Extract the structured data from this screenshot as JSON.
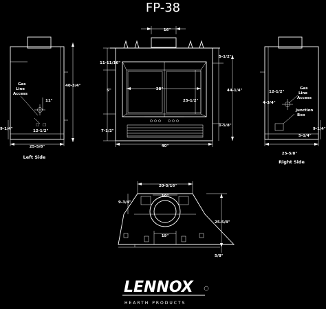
{
  "title": "FP-38",
  "brand": {
    "name": "LENNOX",
    "tagline": "HEARTH PRODUCTS"
  },
  "left_view": {
    "caption": "Left Side",
    "gas_label": [
      "Gas",
      "Line",
      "Access"
    ],
    "dims": {
      "height": "40-3/4\"",
      "gas_height": "11\"",
      "bottom": "9-1/4\"",
      "gas_depth": "12-1/2\"",
      "depth": "25-5/8\""
    }
  },
  "front_view": {
    "dims": {
      "top_collar": "16\"",
      "top": "11-11/16\"",
      "left_mid": "5\"",
      "bottom_left": "7-1/2\"",
      "opening_width": "38\"",
      "opening_height": "25-1/2\"",
      "right_top": "5-1/2\"",
      "right_bottom": "1-5/8\"",
      "overall_height": "44-1/4\"",
      "overall_width": "40\""
    }
  },
  "right_view": {
    "caption": "Right Side",
    "gas_label": [
      "Gas",
      "Line",
      "Access"
    ],
    "junction_label": [
      "Junction",
      "Box"
    ],
    "dims": {
      "left_gas": "4-3/4\"",
      "gas_depth": "12-1/2\"",
      "bottom": "9-1/4\"",
      "junction": "5-1/4\"",
      "depth": "25-5/8\""
    }
  },
  "top_view": {
    "dims": {
      "width": "20-5/16\"",
      "collar": "10\"",
      "left": "9-3/4\"",
      "height": "25-5/8\"",
      "inner": "19\"",
      "bottom": "5/8\""
    }
  }
}
